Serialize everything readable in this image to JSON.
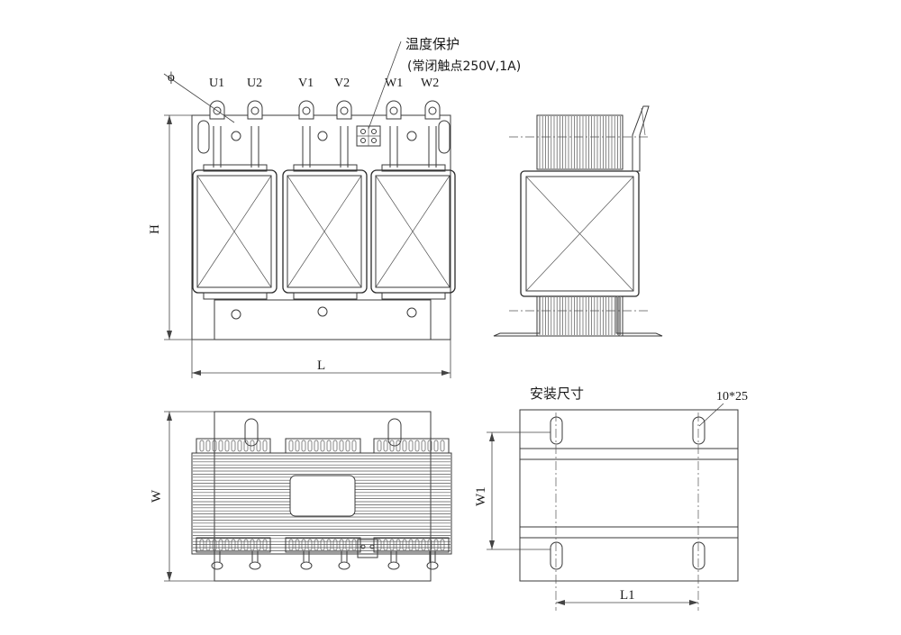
{
  "terminals": [
    "U1",
    "U2",
    "V1",
    "V2",
    "W1",
    "W2"
  ],
  "diameter_symbol": "ϕ",
  "thermal": {
    "title": "温度保护",
    "spec": "(常闭触点250V,1A)"
  },
  "dimensions": {
    "height": "H",
    "length": "L",
    "width": "W",
    "mount_width": "W1",
    "mount_length": "L1"
  },
  "mounting": {
    "title": "安装尺寸",
    "slot": "10*25"
  },
  "colors": {
    "line": "#3a3a3a",
    "background": "#ffffff"
  }
}
